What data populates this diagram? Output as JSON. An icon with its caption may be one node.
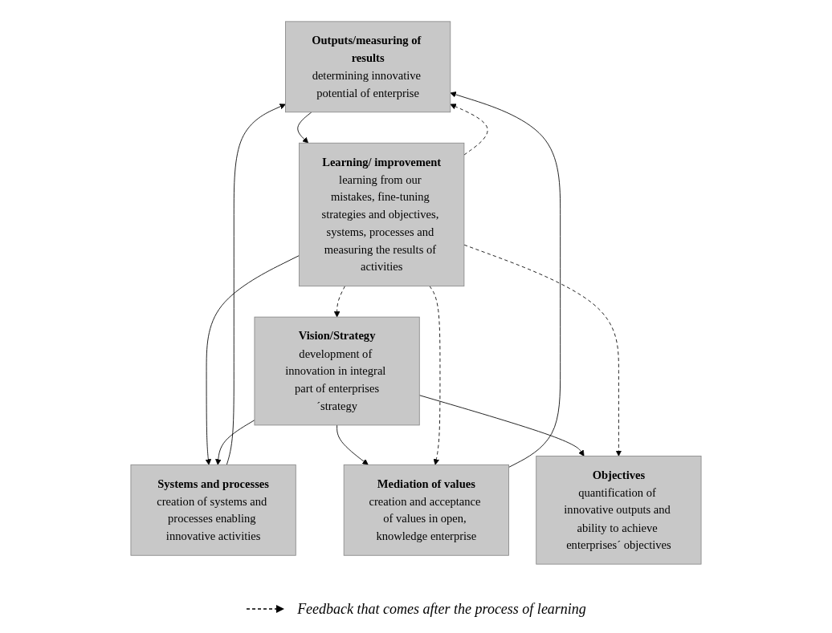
{
  "diagram": {
    "nodes": [
      {
        "text": [
          "Outputs/measuring of results",
          "determining innovative potential of enterprise"
        ]
      },
      {
        "text": [
          "Systems and processes",
          "creation of systems and processes enabling innovative activities"
        ]
      },
      {
        "text": [
          "Mediation of values",
          "creation and acceptance of values in open, knowledge enterprise"
        ]
      },
      {
        "text": [
          "Learning/ improvement",
          "learning from our mistakes, fine-tuning strategies and objectives, systems, processes and measuring the results of activities"
        ]
      },
      {
        "text": [
          "Vision/Strategy",
          "development of innovation in integral part of enterprises´strategy"
        ]
      },
      {
        "text": [
          "Objectives",
          "quantification of innovative outputs and ability to achieve enterprises´ objectives"
        ]
      }
    ],
    "edges": [
      {
        "from": 2,
        "to": 0,
        "arrow": "to"
      },
      {
        "from": 1,
        "to": 0,
        "arrow": "to"
      },
      {
        "from": 0,
        "to": 3,
        "arrow": "to"
      },
      {
        "from": 3,
        "to": 0,
        "arrow": "to",
        "style": "dashed"
      },
      {
        "from": 3,
        "to": 1,
        "arrow": "to"
      },
      {
        "from": 4,
        "to": 1,
        "arrow": "to"
      },
      {
        "from": 4,
        "to": 2,
        "arrow": "to"
      },
      {
        "from": 4,
        "to": 5,
        "arrow": "to"
      },
      {
        "from": 3,
        "to": 4,
        "arrow": "to",
        "style": "dashed"
      },
      {
        "from": 3,
        "to": 5,
        "arrow": "to",
        "style": "dashed"
      },
      {
        "from": 3,
        "to": 2,
        "arrow": "to",
        "style": "dashed"
      }
    ],
    "legend": [
      {
        "text": "Feedback that comes after the process of learning"
      }
    ]
  }
}
